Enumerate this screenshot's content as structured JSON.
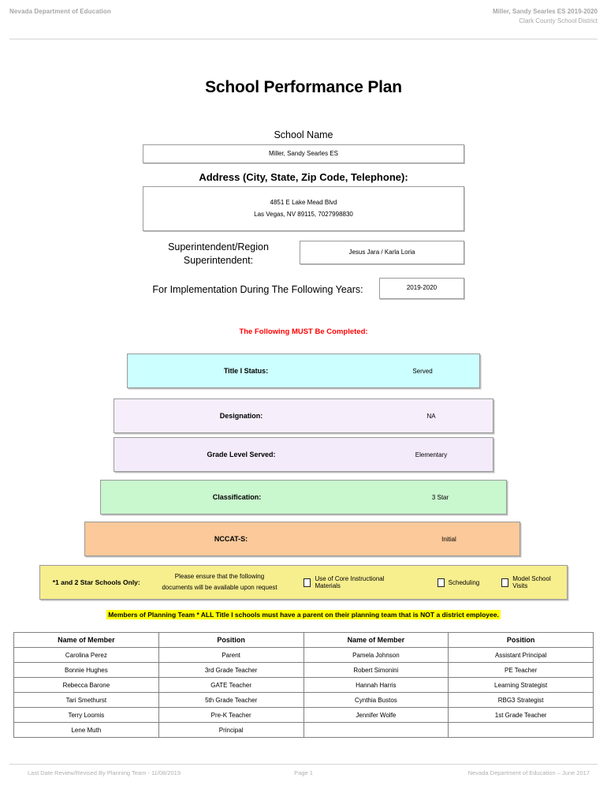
{
  "header": {
    "left": "Nevada Department of Education",
    "right_line1": "Miller, Sandy Searles ES  2019-2020",
    "right_line2": "Clark County School District"
  },
  "title": "School Performance Plan",
  "fields": {
    "school_name_label": "School Name",
    "school_name_value": "Miller, Sandy Searles ES",
    "address_label": "Address (City, State, Zip Code, Telephone):",
    "address_line1": "4851 E Lake Mead Blvd",
    "address_line2": "Las Vegas, NV  89115, 7027998830",
    "superintendent_label": "Superintendent/Region Superintendent:",
    "superintendent_value": "Jesus Jara / Karla Loria",
    "years_label": "For Implementation During The Following Years:",
    "years_value": "2019-2020"
  },
  "notice": {
    "must_complete": "The Following MUST Be Completed:",
    "color": "#ff0000"
  },
  "status_bars": [
    {
      "label": "Title I Status:",
      "value": "Served",
      "color": "#CCFFFF"
    },
    {
      "label": "Designation:",
      "value": "NA",
      "color": "#F6EEFA"
    },
    {
      "label": "Grade Level Served:",
      "value": "Elementary",
      "color": "#F4EBFA"
    },
    {
      "label": "Classification:",
      "value": "3 Star",
      "color": "#C9F7CE"
    },
    {
      "label": "NCCAT-S:",
      "value": "Initial",
      "color": "#FBC99A"
    }
  ],
  "star_schools": {
    "label": "*1 and 2 Star Schools Only:",
    "note_line1": "Please ensure that the following",
    "note_line2": "documents will be available upon request",
    "checkboxes": [
      {
        "label": "Use of Core Instructional Materials",
        "checked": false
      },
      {
        "label": "Scheduling",
        "checked": false
      },
      {
        "label": "Model School Visits",
        "checked": false
      }
    ],
    "background": "#F7EE8E"
  },
  "planning_banner": {
    "text": "Members of Planning Team * ALL Title I schools must have a parent on their planning team that is NOT a district employee.",
    "highlight": "#FFFF00"
  },
  "members_table": {
    "headers": [
      "Name of Member",
      "Position",
      "Name of Member",
      "Position"
    ],
    "rows": [
      [
        "Carolina Perez",
        "Parent",
        "Pamela Johnson",
        "Assistant Principal"
      ],
      [
        "Bonnie Hughes",
        "3rd Grade Teacher",
        "Robert Simonini",
        "PE Teacher"
      ],
      [
        "Rebecca Barone",
        "GATE Teacher",
        "Hannah Harris",
        "Learning Strategist"
      ],
      [
        "Tari Smethurst",
        "5th Grade Teacher",
        "Cynthia Bustos",
        "RBG3 Strategist"
      ],
      [
        "Terry Loomis",
        "Pre-K Teacher",
        "Jennifer Wolfe",
        "1st Grade Teacher"
      ],
      [
        "Lene Muth",
        "Principal",
        "",
        ""
      ]
    ]
  },
  "footer": {
    "left": "Last Date Review/Revised By Planning Team - 11/08/2019",
    "center": "Page 1",
    "right": "Nevada Department of Education – June 2017"
  }
}
